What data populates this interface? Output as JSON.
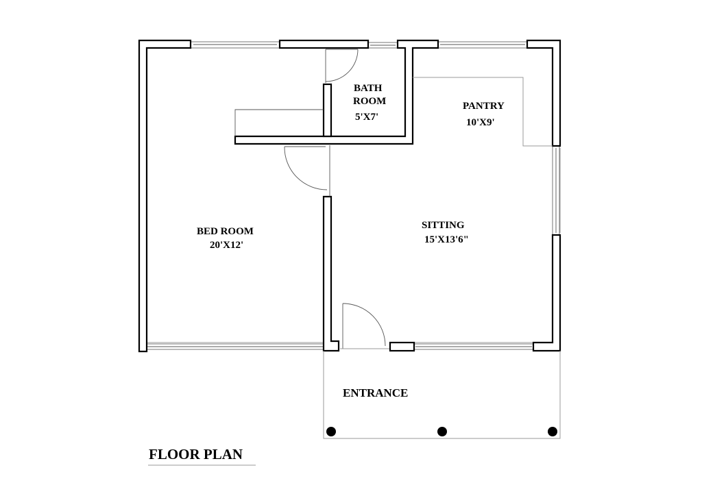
{
  "title": "FLOOR PLAN",
  "rooms": [
    {
      "id": "bedroom",
      "name": "BED ROOM",
      "size": "20'X12'"
    },
    {
      "id": "bathroom",
      "name_line1": "BATH",
      "name_line2": "ROOM",
      "size": "5'X7'"
    },
    {
      "id": "pantry",
      "name": "PANTRY",
      "size": "10'X9'"
    },
    {
      "id": "sitting",
      "name": "SITTING",
      "size": "15'X13'6\""
    },
    {
      "id": "entrance",
      "name": "ENTRANCE"
    }
  ],
  "colors": {
    "wall": "#000000",
    "background": "#ffffff",
    "fixture_line": "#555555"
  }
}
